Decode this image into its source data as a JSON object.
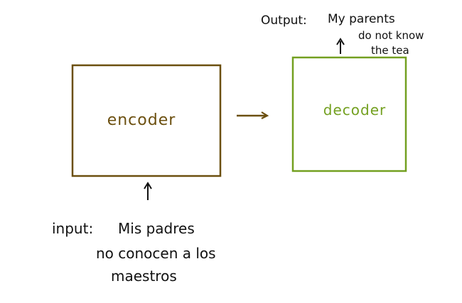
{
  "encoder": {
    "label": "encoder",
    "color": "#6b4f0f"
  },
  "decoder": {
    "label": "decoder",
    "color": "#73a020"
  },
  "input": {
    "label": "input:",
    "lines": [
      "Mis padres",
      "no conocen a los",
      "maestros"
    ]
  },
  "output": {
    "label": "Output:",
    "lines": [
      "My parents",
      "do not know",
      "the tea"
    ]
  },
  "colors": {
    "ink": "#111111"
  }
}
